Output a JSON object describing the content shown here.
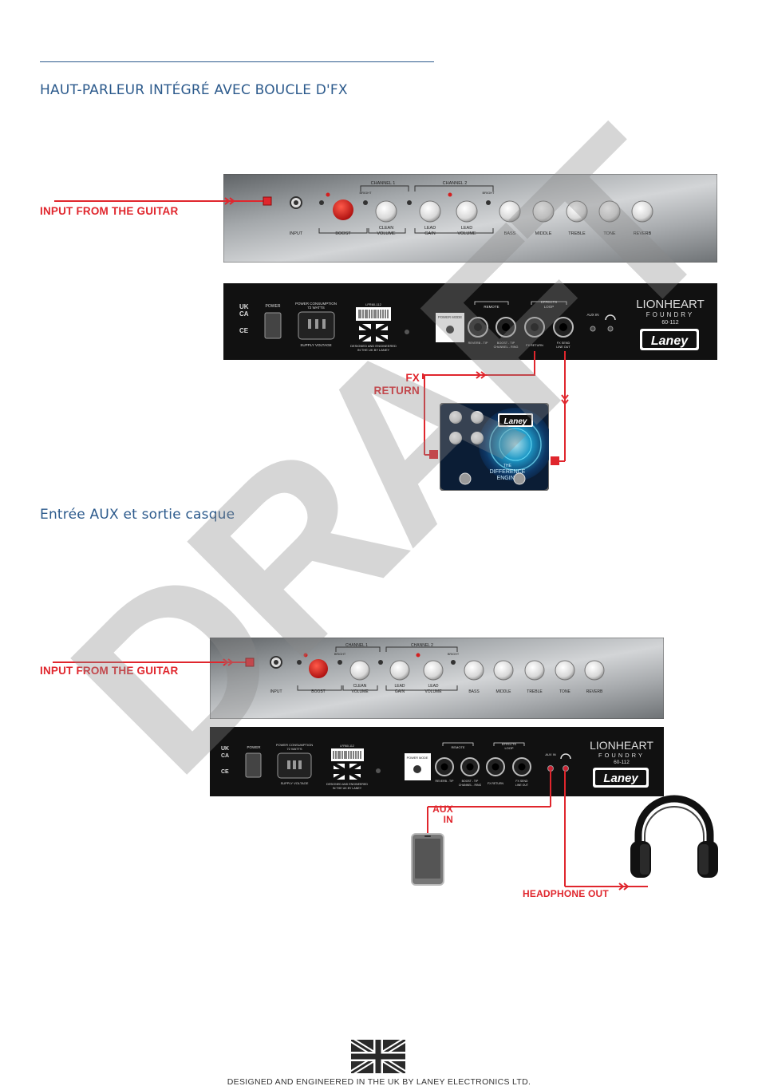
{
  "section1": {
    "title": "HAUT-PARLEUR INTÉGRÉ AVEC BOUCLE D'FX",
    "input_label": "INPUT FROM THE GUITAR",
    "fx_return_line1": "FX",
    "fx_return_line2": "RETURN"
  },
  "section2": {
    "title": "Entrée AUX et sortie casque",
    "input_label": "INPUT FROM THE GUITAR",
    "aux_in_line1": "AUX",
    "aux_in_line2": "IN",
    "headphone_out": "HEADPHONE OUT"
  },
  "front_panel": {
    "input": "INPUT",
    "boost": "BOOST",
    "channel1": "CHANNEL 1",
    "channel2": "CHANNEL 2",
    "bright1": "BRIGHT",
    "bright2": "BRIGHT",
    "clean_volume_1": "CLEAN",
    "clean_volume_2": "VOLUME",
    "lead_gain_1": "LEAD",
    "lead_gain_2": "GAIN",
    "lead_volume_1": "LEAD",
    "lead_volume_2": "VOLUME",
    "bass": "BASS",
    "middle": "MIDDLE",
    "treble": "TREBLE",
    "tone": "TONE",
    "reverb": "REVERB"
  },
  "rear_panel": {
    "uk": "UK",
    "ca": "CA",
    "ce": "CE",
    "power": "POWER",
    "power_consumption": "POWER CONSUMPTION",
    "watts": "72 WATTS",
    "supply_voltage": "SUPPLY VOLTAGE",
    "designed_1": "DESIGNED AND ENGINEERED",
    "designed_2": "IN THE UK BY LANEY",
    "power_mode": "POWER MODE",
    "remote": "REMOTE",
    "effects_loop_1": "EFFECTS",
    "effects_loop_2": "LOOP",
    "reverb_tip": "REVERB - TIP",
    "boost_tip": "BOOST - TIP",
    "channel_ring": "CHANNEL - RING",
    "fx_return": "FX RETURN",
    "fx_send": "FX SEND",
    "line_out": "LINE OUT",
    "aux_in": "AUX IN",
    "brand_1": "LIONHEART",
    "brand_2": "FOUNDRY",
    "brand_3": "60-112",
    "logo": "Laney",
    "model": "LFR60-112"
  },
  "pedal": {
    "logo": "Laney",
    "name_1": "THE",
    "name_2": "DIFFERENCE",
    "name_3": "ENGINE"
  },
  "watermark": "DRAFT",
  "footer": "DESIGNED AND ENGINEERED IN THE UK BY LANEY ELECTRONICS LTD."
}
